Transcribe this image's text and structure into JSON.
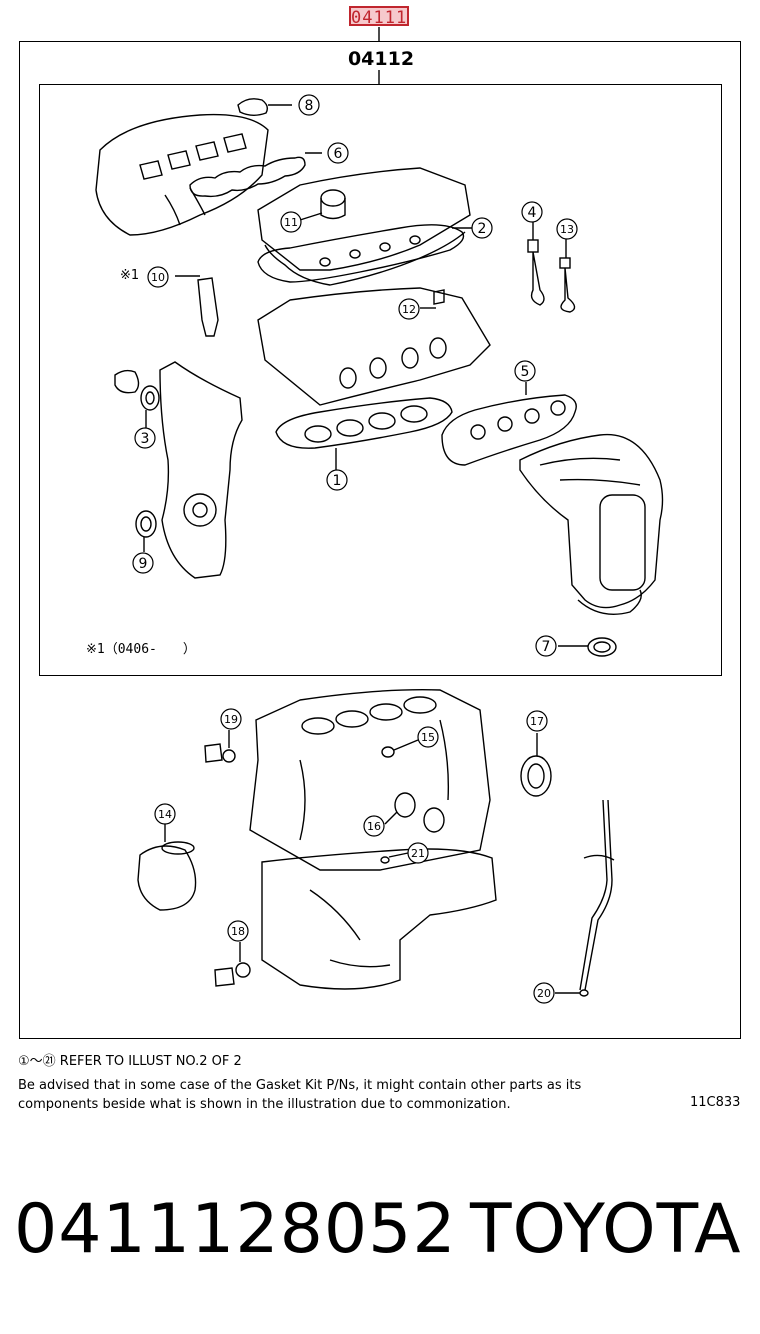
{
  "header": {
    "kit_number": "04111",
    "sub_kit_number": "04112"
  },
  "callouts": {
    "c1": "1",
    "c2": "2",
    "c3": "3",
    "c4": "4",
    "c5": "5",
    "c6": "6",
    "c7": "7",
    "c8": "8",
    "c9": "9",
    "c10": "10",
    "c11": "11",
    "c12": "12",
    "c13": "13",
    "c14": "14",
    "c15": "15",
    "c16": "16",
    "c17": "17",
    "c18": "18",
    "c19": "19",
    "c20": "20",
    "c21": "21"
  },
  "marks": {
    "mark10": "※1",
    "variant_note": "※1（0406-　　）"
  },
  "notes": {
    "refer": "①～㉑ REFER TO ILLUST NO.2 OF 2",
    "advisory": "Be advised that in some case of the Gasket Kit P/Ns,  it might contain other parts as its components beside what is shown in the illustration due to commonization.",
    "ref_code": "11C833"
  },
  "footer": {
    "part_number": "0411128052",
    "brand": "TOYOTA"
  }
}
